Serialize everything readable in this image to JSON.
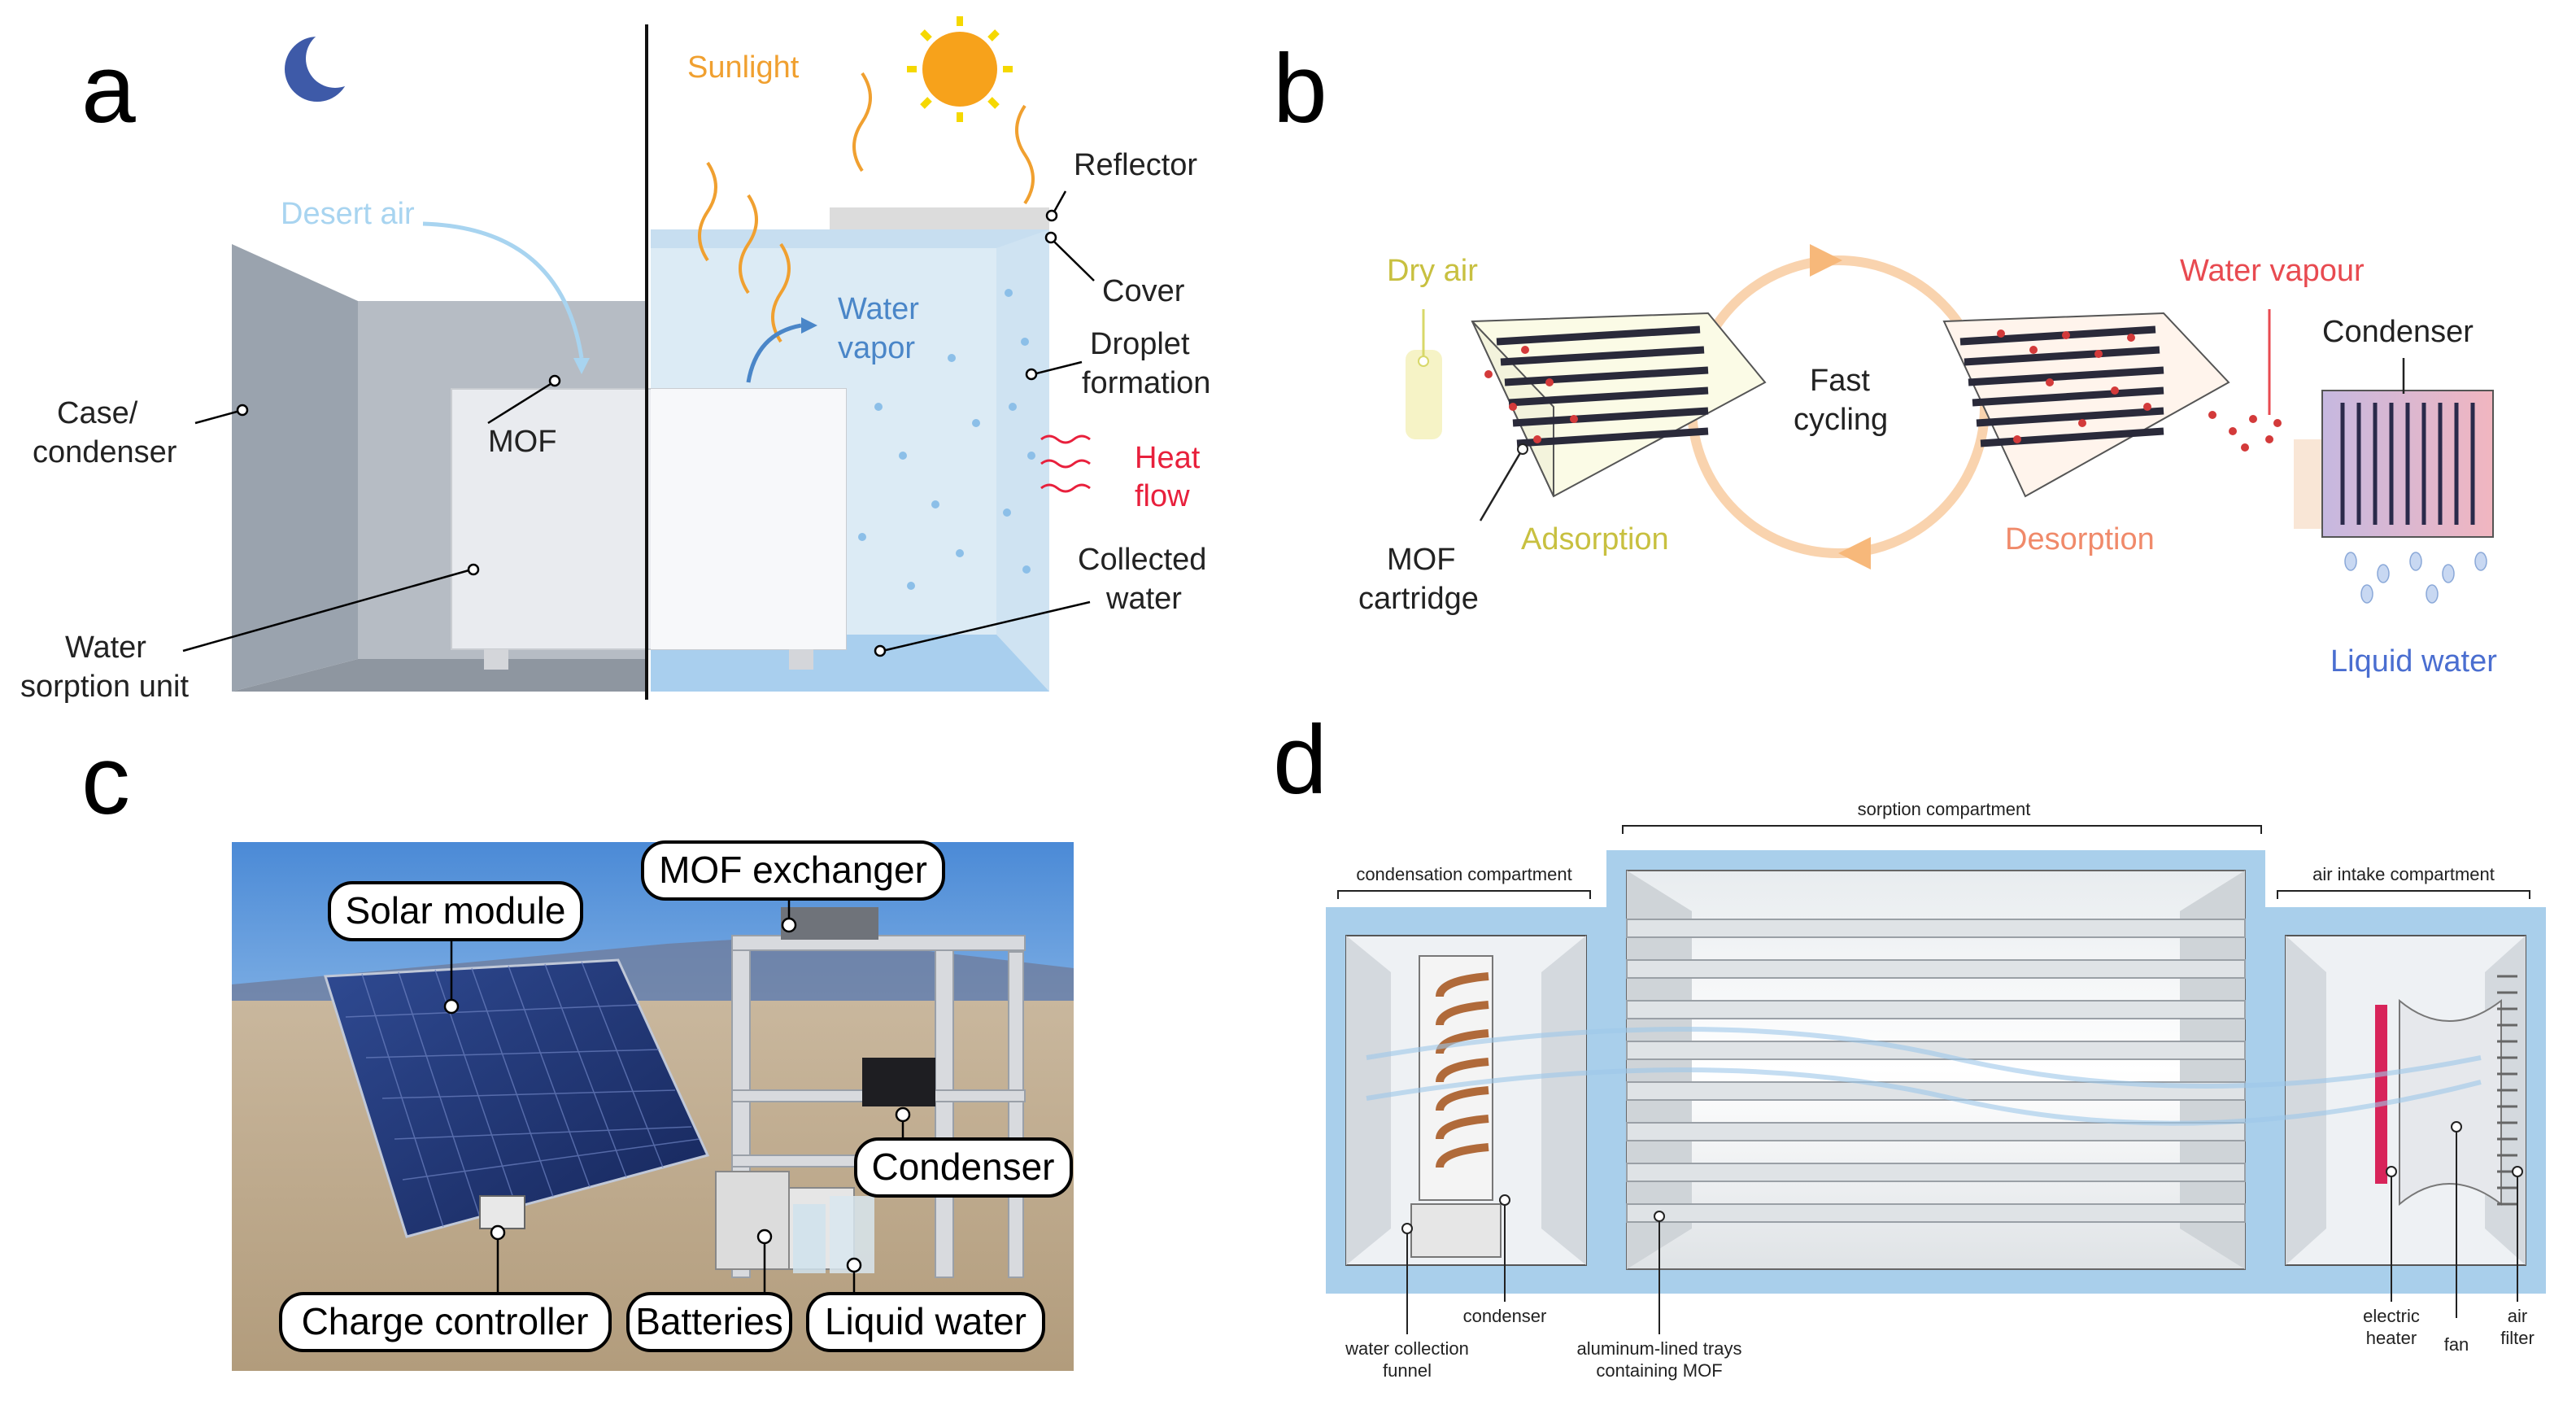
{
  "panels": {
    "a": {
      "letter": "a",
      "labels": {
        "sunlight": "Sunlight",
        "desert_air": "Desert air",
        "reflector": "Reflector",
        "cover": "Cover",
        "water_vapor_1": "Water",
        "water_vapor_2": "vapor",
        "droplet_1": "Droplet",
        "droplet_2": "formation",
        "heat_1": "Heat",
        "heat_2": "flow",
        "case_1": "Case/",
        "case_2": "condenser",
        "mof": "MOF",
        "collected_1": "Collected",
        "collected_2": "water",
        "sorption_1": "Water",
        "sorption_2": "sorption unit"
      }
    },
    "b": {
      "letter": "b",
      "labels": {
        "dry_air": "Dry air",
        "fast_1": "Fast",
        "fast_2": "cycling",
        "water_vapour": "Water vapour",
        "condenser": "Condenser",
        "mof_1": "MOF",
        "mof_2": "cartridge",
        "adsorption": "Adsorption",
        "desorption": "Desorption",
        "liquid_water": "Liquid water"
      }
    },
    "c": {
      "letter": "c",
      "labels": {
        "solar_module": "Solar module",
        "mof_exchanger": "MOF exchanger",
        "condenser": "Condenser",
        "charge_controller": "Charge controller",
        "batteries": "Batteries",
        "liquid_water": "Liquid water"
      }
    },
    "d": {
      "letter": "d",
      "labels": {
        "sorption_compartment": "sorption compartment",
        "condensation_compartment": "condensation compartment",
        "air_intake_compartment": "air intake compartment",
        "water_collection_1": "water collection",
        "water_collection_2": "funnel",
        "condenser": "condenser",
        "trays_1": "aluminum-lined trays",
        "trays_2": "containing MOF",
        "heater_1": "electric",
        "heater_2": "heater",
        "fan": "fan",
        "filter_1": "air",
        "filter_2": "filter"
      }
    }
  },
  "icons": [
    "moon-icon",
    "sun-icon",
    "droplet-icon"
  ],
  "colors": {
    "sunlight": "#f0a030",
    "desert_air": "#a8d4f0",
    "water_vapor": "#4a86c8",
    "heat_flow": "#e8203c",
    "dry_air": "#d8d86a",
    "adsorption": "#c8c040",
    "desorption": "#f08a6a",
    "water_vapour": "#e84a50",
    "liquid_water": "#4a6ed0"
  }
}
